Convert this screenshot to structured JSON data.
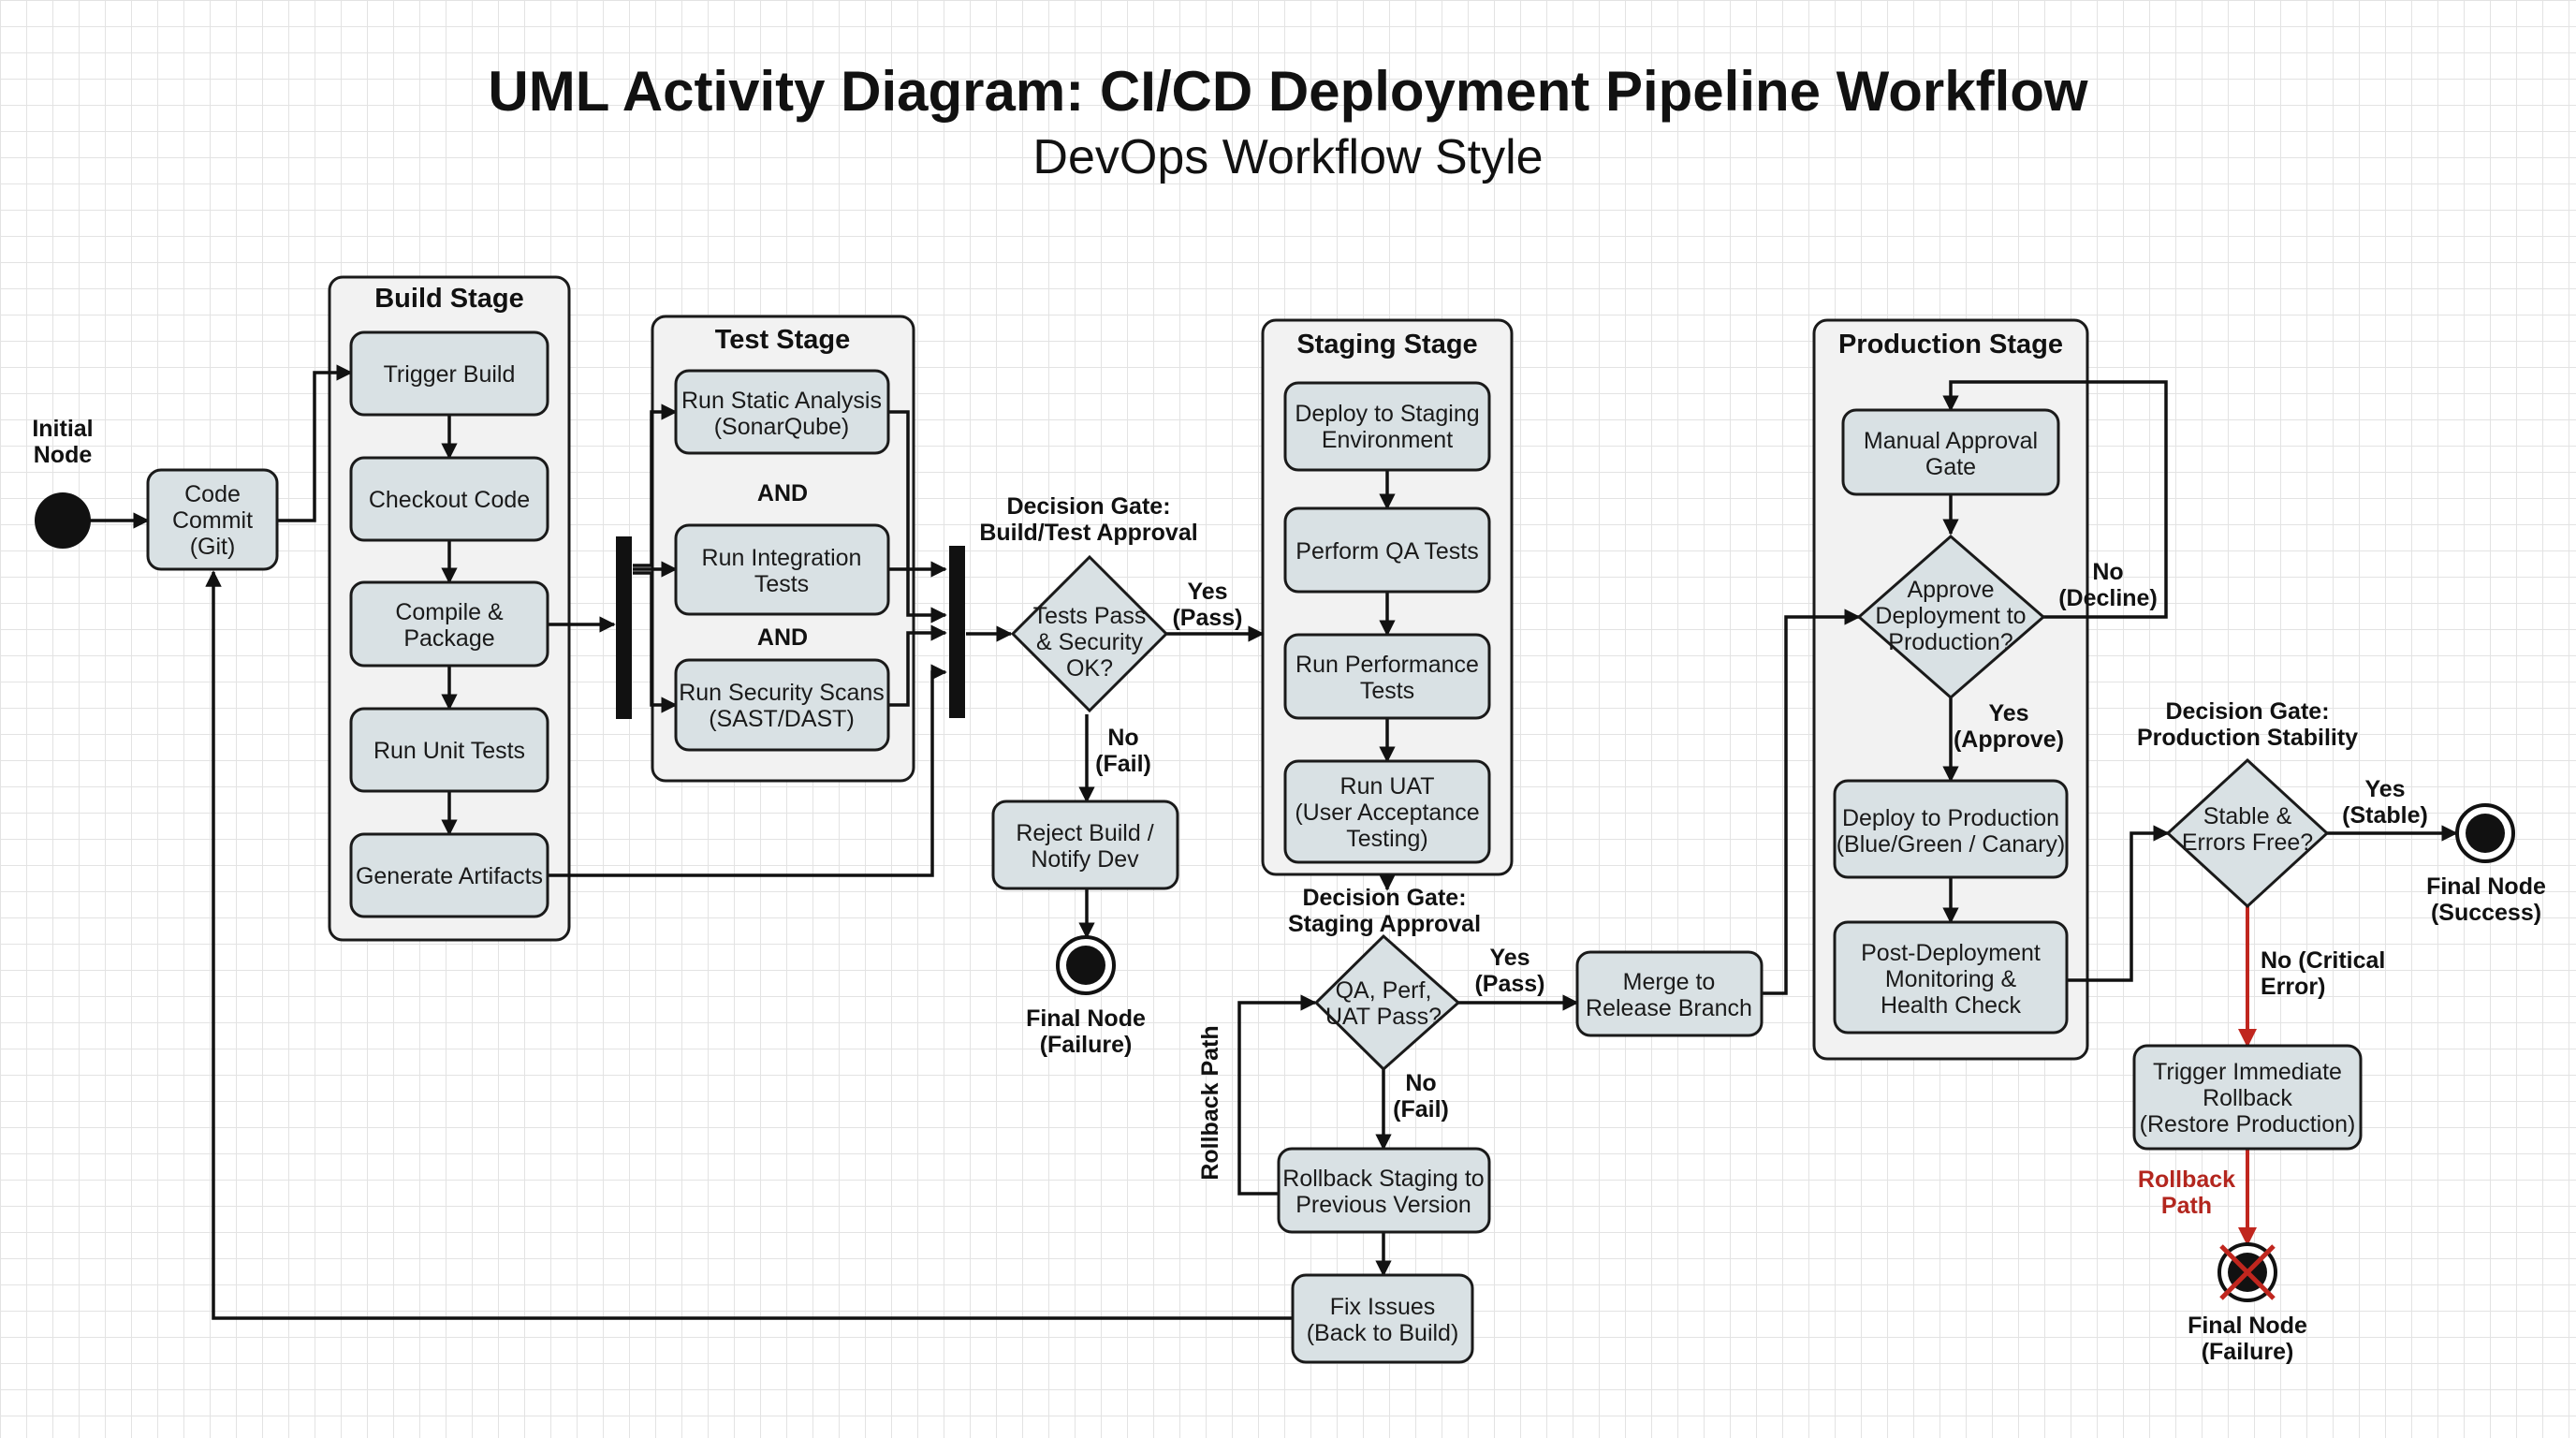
{
  "title": "UML Activity Diagram: CI/CD Deployment Pipeline Workflow",
  "subtitle": "DevOps Workflow Style",
  "lanes": {
    "build": "Build Stage",
    "test": "Test Stage",
    "staging": "Staging Stage",
    "production": "Production Stage"
  },
  "nodes": {
    "initial": [
      "Initial",
      "Node"
    ],
    "code_commit": [
      "Code",
      "Commit",
      "(Git)"
    ],
    "trigger_build": [
      "Trigger Build"
    ],
    "checkout_code": [
      "Checkout Code"
    ],
    "compile_package": [
      "Compile &",
      "Package"
    ],
    "run_unit_tests": [
      "Run Unit Tests"
    ],
    "generate_artifacts": [
      "Generate Artifacts"
    ],
    "static_analysis": [
      "Run Static Analysis",
      "(SonarQube)"
    ],
    "integration_tests": [
      "Run Integration",
      "Tests"
    ],
    "security_scans": [
      "Run Security Scans",
      "(SAST/DAST)"
    ],
    "and_label": "AND",
    "gate_build": [
      "Decision Gate:",
      "Build/Test Approval"
    ],
    "tests_pass": [
      "Tests Pass",
      "& Security",
      "OK?"
    ],
    "reject_build": [
      "Reject Build /",
      "Notify Dev"
    ],
    "final_failure_1": [
      "Final Node",
      "(Failure)"
    ],
    "deploy_staging": [
      "Deploy to Staging",
      "Environment"
    ],
    "qa_tests": [
      "Perform QA Tests"
    ],
    "perf_tests": [
      "Run Performance",
      "Tests"
    ],
    "uat": [
      "Run UAT",
      "(User Acceptance",
      "Testing)"
    ],
    "gate_staging": [
      "Decision Gate:",
      "Staging Approval"
    ],
    "qa_pass": [
      "QA, Perf,",
      "UAT Pass?"
    ],
    "rollback_staging": [
      "Rollback Staging to",
      "Previous Version"
    ],
    "fix_issues": [
      "Fix Issues",
      "(Back to Build)"
    ],
    "merge_release": [
      "Merge to",
      "Release Branch"
    ],
    "manual_approval": [
      "Manual Approval",
      "Gate"
    ],
    "approve_prod": [
      "Approve",
      "Deployment to",
      "Production?"
    ],
    "deploy_prod": [
      "Deploy to Production",
      "(Blue/Green / Canary)"
    ],
    "post_deploy": [
      "Post-Deployment",
      "Monitoring &",
      "Health Check"
    ],
    "gate_prod": [
      "Decision Gate:",
      "Production Stability"
    ],
    "stable": [
      "Stable &",
      "Errors Free?"
    ],
    "final_success": [
      "Final Node",
      "(Success)"
    ],
    "trigger_rollback": [
      "Trigger Immediate",
      "Rollback",
      "(Restore Production)"
    ],
    "final_failure_2": [
      "Final Node",
      "(Failure)"
    ]
  },
  "edge_labels": {
    "yes_pass_1": [
      "Yes",
      "(Pass)"
    ],
    "no_fail_1": [
      "No",
      "(Fail)"
    ],
    "yes_pass_2": [
      "Yes",
      "(Pass)"
    ],
    "no_fail_2": [
      "No",
      "(Fail)"
    ],
    "rollback_path_1": [
      "Rollback Path"
    ],
    "no_decline": [
      "No",
      "(Decline)"
    ],
    "yes_approve": [
      "Yes",
      "(Approve)"
    ],
    "yes_stable": [
      "Yes",
      "(Stable)"
    ],
    "no_critical": [
      "No (Critical",
      "Error)"
    ],
    "rollback_path_2": [
      "Rollback",
      "Path"
    ]
  },
  "colors": {
    "activity_fill": "#d9e1e4",
    "lane_fill": "#f2f2f2",
    "rollback_red": "#c0261e",
    "line": "#111111"
  }
}
